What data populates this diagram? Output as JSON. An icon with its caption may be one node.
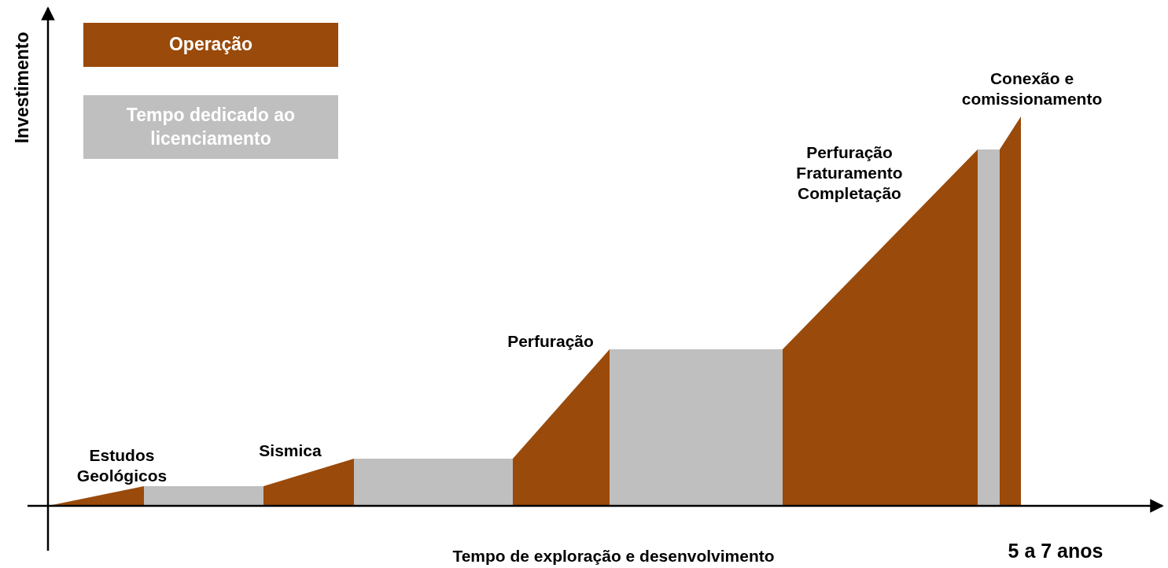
{
  "diagram": {
    "labels": [
      "Investimento",
      "Estudos Geológicos",
      "Sismica",
      "Perfuração",
      "Perfuração Fraturamento Completação",
      "Conexão e comissionamento",
      "Tempo de exploração e desenvolvimento",
      "5 a 7 anos"
    ],
    "legend": [
      {
        "text": "Operação",
        "color": "#9a4a0a"
      },
      {
        "text": "Tempo dedicado ao licenciamento",
        "color": "#bfbfbf"
      }
    ]
  }
}
